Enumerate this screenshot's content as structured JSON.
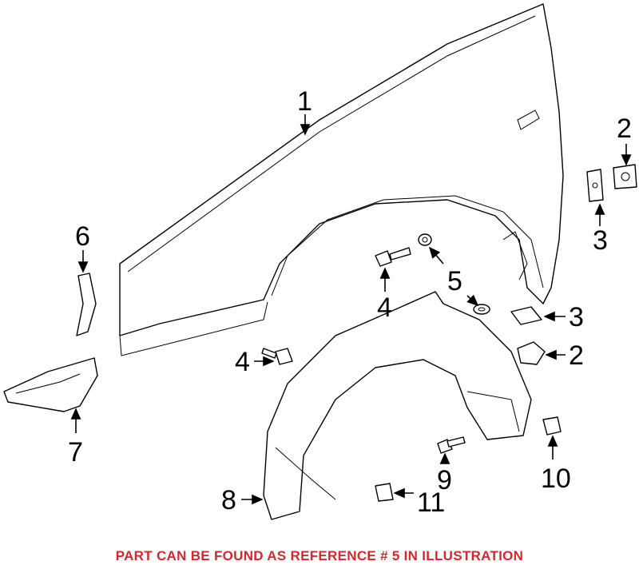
{
  "diagram": {
    "callouts": {
      "fender": "1",
      "nut_top": "2",
      "plate_top": "3",
      "bolt_top": "4",
      "grommet": "5",
      "trim_strip": "6",
      "bracket": "7",
      "fender_liner": "8",
      "screw": "9",
      "clip": "10",
      "liner_clip": "11",
      "plate_mid": "3",
      "nut_mid": "2",
      "bolt_left": "4"
    },
    "note": "PART CAN BE FOUND AS REFERENCE # 5 IN ILLUSTRATION",
    "colors": {
      "note": "#d9262c",
      "lines": "#000000"
    }
  }
}
